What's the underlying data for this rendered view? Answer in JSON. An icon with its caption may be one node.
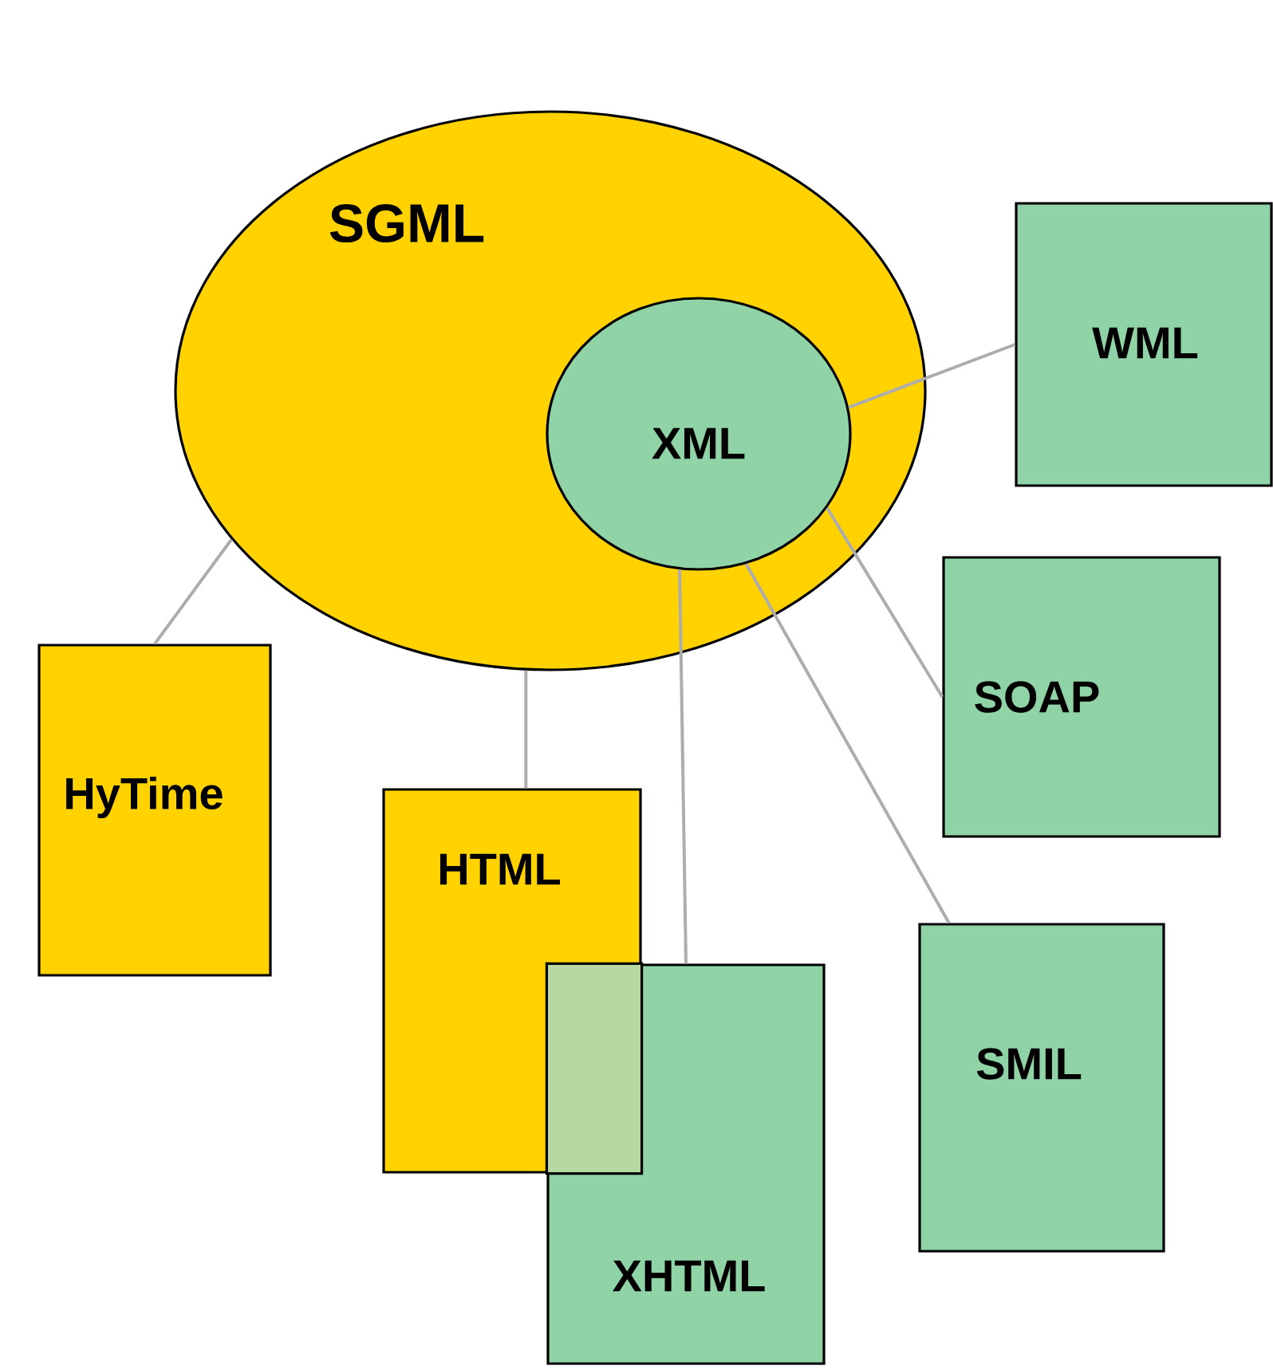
{
  "diagram": {
    "nodes": [
      {
        "text": [
          "SGML"
        ]
      },
      {
        "text": [
          "XML"
        ],
        "in": 0
      },
      {
        "text": [
          "WML"
        ]
      },
      {
        "text": [
          "SOAP"
        ]
      },
      {
        "text": [
          "HyTime"
        ]
      },
      {
        "text": [
          "HTML"
        ]
      },
      {
        "text": [
          "XHTML"
        ]
      },
      {
        "text": [
          "SMIL"
        ]
      }
    ],
    "edges": [
      {
        "from": 0,
        "to": 4,
        "arrow": "none"
      },
      {
        "from": 0,
        "to": 5,
        "arrow": "none"
      },
      {
        "from": 1,
        "to": 2,
        "arrow": "none"
      },
      {
        "from": 1,
        "to": 3,
        "arrow": "none"
      },
      {
        "from": 1,
        "to": 7,
        "arrow": "none"
      },
      {
        "from": 1,
        "to": 6,
        "arrow": "none"
      }
    ]
  }
}
